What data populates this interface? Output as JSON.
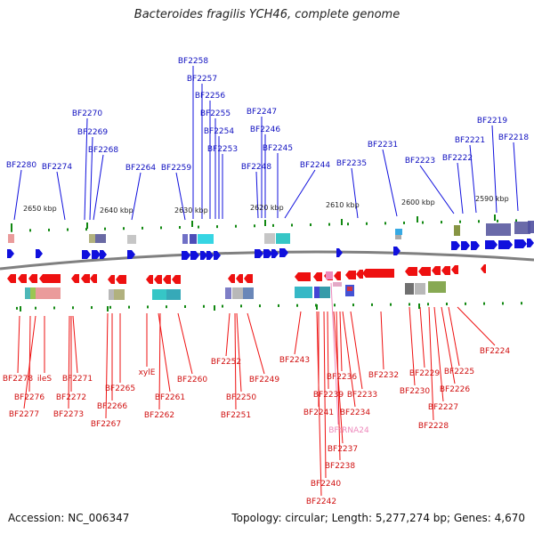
{
  "title": "Bacteroides fragilis YCH46, complete genome",
  "accession": "Accession: NC_006347",
  "summary": "Topology: circular; Length: 5,277,274 bp; Genes: 4,670",
  "colors": {
    "forward_strand": "#1010dd",
    "reverse_strand": "#ee1010",
    "trna": "#ee88bb",
    "backbone": "#808080",
    "tick": "#118811"
  },
  "scale_ticks": [
    "2650 kbp",
    "2640 kbp",
    "2630 kbp",
    "2620 kbp",
    "2610 kbp",
    "2600 kbp",
    "2590 kbp"
  ],
  "top_genes": [
    "BF2258",
    "BF2257",
    "BF2256",
    "BF2255",
    "BF2254",
    "BF2253",
    "BF2247",
    "BF2246",
    "BF2245",
    "BF2248",
    "BF2270",
    "BF2269",
    "BF2268",
    "BF2280",
    "BF2274",
    "BF2264",
    "BF2259",
    "BF2244",
    "BF2235",
    "BF2231",
    "BF2223",
    "BF2222",
    "BF2221",
    "BF2219",
    "BF2218"
  ],
  "bottom_genes": [
    "BF2278",
    "BF2276",
    "BF2277",
    "ileS",
    "BF2271",
    "BF2272",
    "BF2273",
    "BF2265",
    "BF2266",
    "BF2267",
    "xylE",
    "BF2261",
    "BF2262",
    "BF2260",
    "BF2252",
    "BF2250",
    "BF2251",
    "BF2249",
    "BF2243",
    "BF2236",
    "BF2239",
    "BF2241",
    "BF2237",
    "BF2238",
    "BF2240",
    "BF2242",
    "BF2233",
    "BF2234",
    "BF2232",
    "BF2229",
    "BF2230",
    "BF2225",
    "BF2226",
    "BF2227",
    "BF2228",
    "BF2224"
  ],
  "trna_label": "BFtRNA24"
}
